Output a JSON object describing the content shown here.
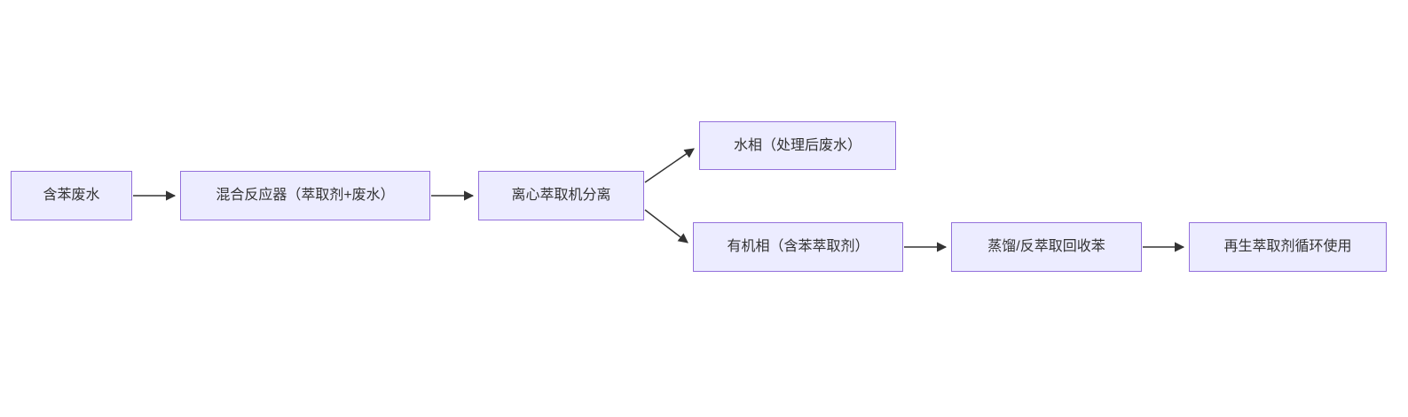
{
  "diagram": {
    "type": "flowchart",
    "direction": "left-to-right",
    "colors": {
      "node_fill": "#ECECFF",
      "node_border": "#9370DB",
      "edge_color": "#333333",
      "text_color": "#333333",
      "background": "#ffffff"
    },
    "nodes": [
      {
        "id": "A",
        "label": "含苯废水"
      },
      {
        "id": "B",
        "label": "混合反应器（萃取剂+废水）"
      },
      {
        "id": "C",
        "label": "离心萃取机分离"
      },
      {
        "id": "D",
        "label": "水相（处理后废水）"
      },
      {
        "id": "E",
        "label": "有机相（含苯萃取剂）"
      },
      {
        "id": "F",
        "label": "蒸馏/反萃取回收苯"
      },
      {
        "id": "G",
        "label": "再生萃取剂循环使用"
      }
    ],
    "edges": [
      {
        "from": "含苯废水",
        "to": "混合反应器（萃取剂+废水）"
      },
      {
        "from": "混合反应器（萃取剂+废水）",
        "to": "离心萃取机分离"
      },
      {
        "from": "离心萃取机分离",
        "to": "水相（处理后废水）"
      },
      {
        "from": "离心萃取机分离",
        "to": "有机相（含苯萃取剂）"
      },
      {
        "from": "有机相（含苯萃取剂）",
        "to": "蒸馏/反萃取回收苯"
      },
      {
        "from": "蒸馏/反萃取回收苯",
        "to": "再生萃取剂循环使用"
      }
    ]
  }
}
